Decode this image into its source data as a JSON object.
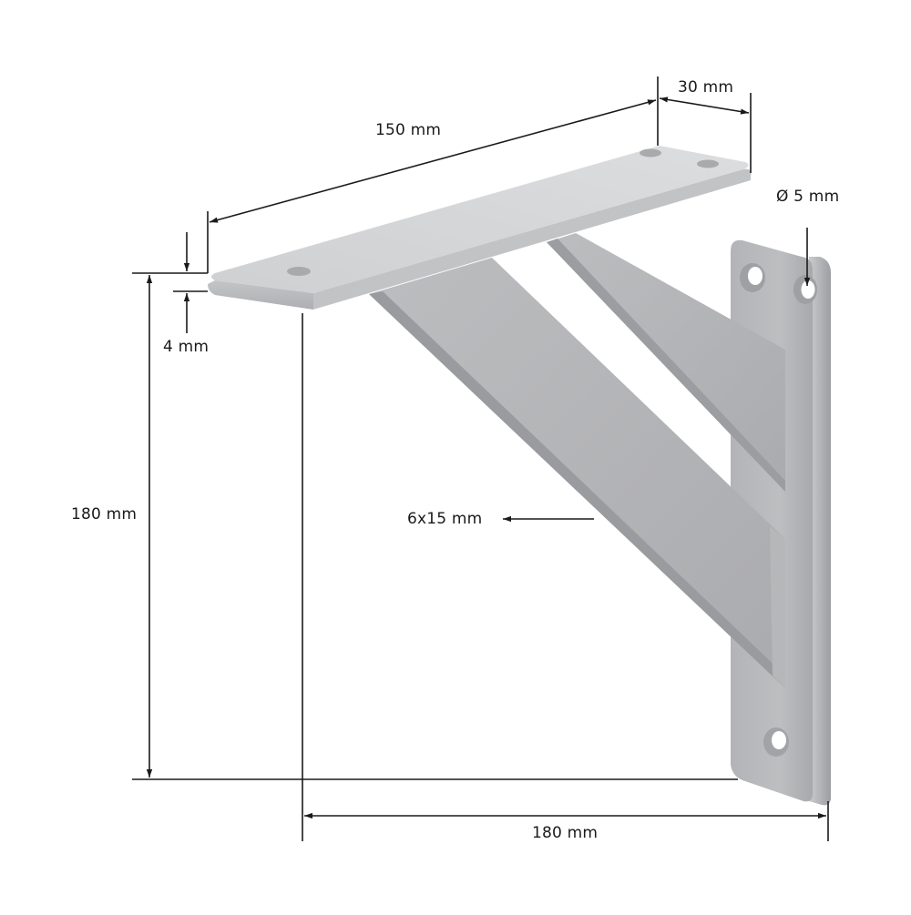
{
  "diagram": {
    "subject": "Shelf bracket with dimension annotations",
    "colors": {
      "background": "#ffffff",
      "line": "#1a1a1a",
      "metal_light": "#d6d7d9",
      "metal_mid": "#bfc0c2",
      "metal_dark": "#a4a5a8",
      "metal_edge": "#9a9b9e",
      "hole": "#a9aaac"
    },
    "dimensions": {
      "top_length": {
        "label": "150 mm",
        "value": 150,
        "unit": "mm",
        "description": "top plate length"
      },
      "top_width": {
        "label": "30 mm",
        "value": 30,
        "unit": "mm",
        "description": "top plate width"
      },
      "plate_thickness": {
        "label": "4 mm",
        "value": 4,
        "unit": "mm",
        "description": "plate thickness"
      },
      "hole_diameter": {
        "label": "Ø 5 mm",
        "value": 5,
        "unit": "mm",
        "description": "screw hole diameter"
      },
      "height": {
        "label": "180 mm",
        "value": 180,
        "unit": "mm",
        "description": "overall height"
      },
      "depth": {
        "label": "180 mm",
        "value": 180,
        "unit": "mm",
        "description": "overall depth"
      },
      "strut_profile": {
        "label": "6x15 mm",
        "value": "6x15",
        "unit": "mm",
        "description": "strut cross-section"
      }
    }
  }
}
